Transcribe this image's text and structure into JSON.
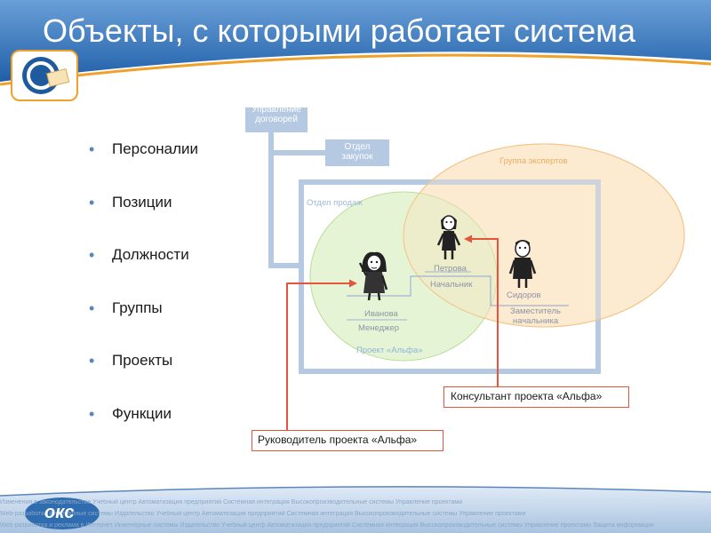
{
  "header": {
    "title": "Объекты, с которыми работает система"
  },
  "bullets": [
    "Персоналии",
    "Позиции",
    "Должности",
    "Группы",
    "Проекты",
    "Функции"
  ],
  "diagram": {
    "top_box": "Управление договорей",
    "purchasing_box": "Отдел закупок",
    "sales_label": "Отдел продаж",
    "experts_group": "Группа экспертов",
    "project_group": "Проект «Альфа»",
    "people": [
      {
        "name": "Иванова",
        "role": "Менеджер"
      },
      {
        "name": "Петрова",
        "role": "Начальник"
      },
      {
        "name": "Сидоров",
        "role": "Заместитель начальника"
      }
    ],
    "callout_consultant": "Консультант проекта «Альфа»",
    "callout_leader": "Руководитель проекта «Альфа»"
  },
  "footer": {
    "logo_text": "окс",
    "ticker_lines": [
      "Изменения в законодательстве  Учебный центр  Автоматизация предприятий  Системная интеграция  Высокопроизводительные системы  Управление проектами",
      "Web-разработка  Инженерные системы  Издательство  Учебный центр  Автоматизация предприятий  Системная интеграция  Высокопроизводительные системы  Управление проектами",
      "Web-разработка и реклама в Интернет  Инженерные системы  Издательство  Учебный центр  Автоматизация предприятий  Системная интеграция  Высокопроизводительные системы  Управление проектами  Защита информации"
    ]
  },
  "colors": {
    "title_bar": "#2f6db0",
    "accent_orange": "#f0a12a",
    "connector_blue": "#b5c9e2",
    "callout_red": "#e5553e",
    "experts_fill": "#fce8cc",
    "project_fill": "#def0c8"
  }
}
